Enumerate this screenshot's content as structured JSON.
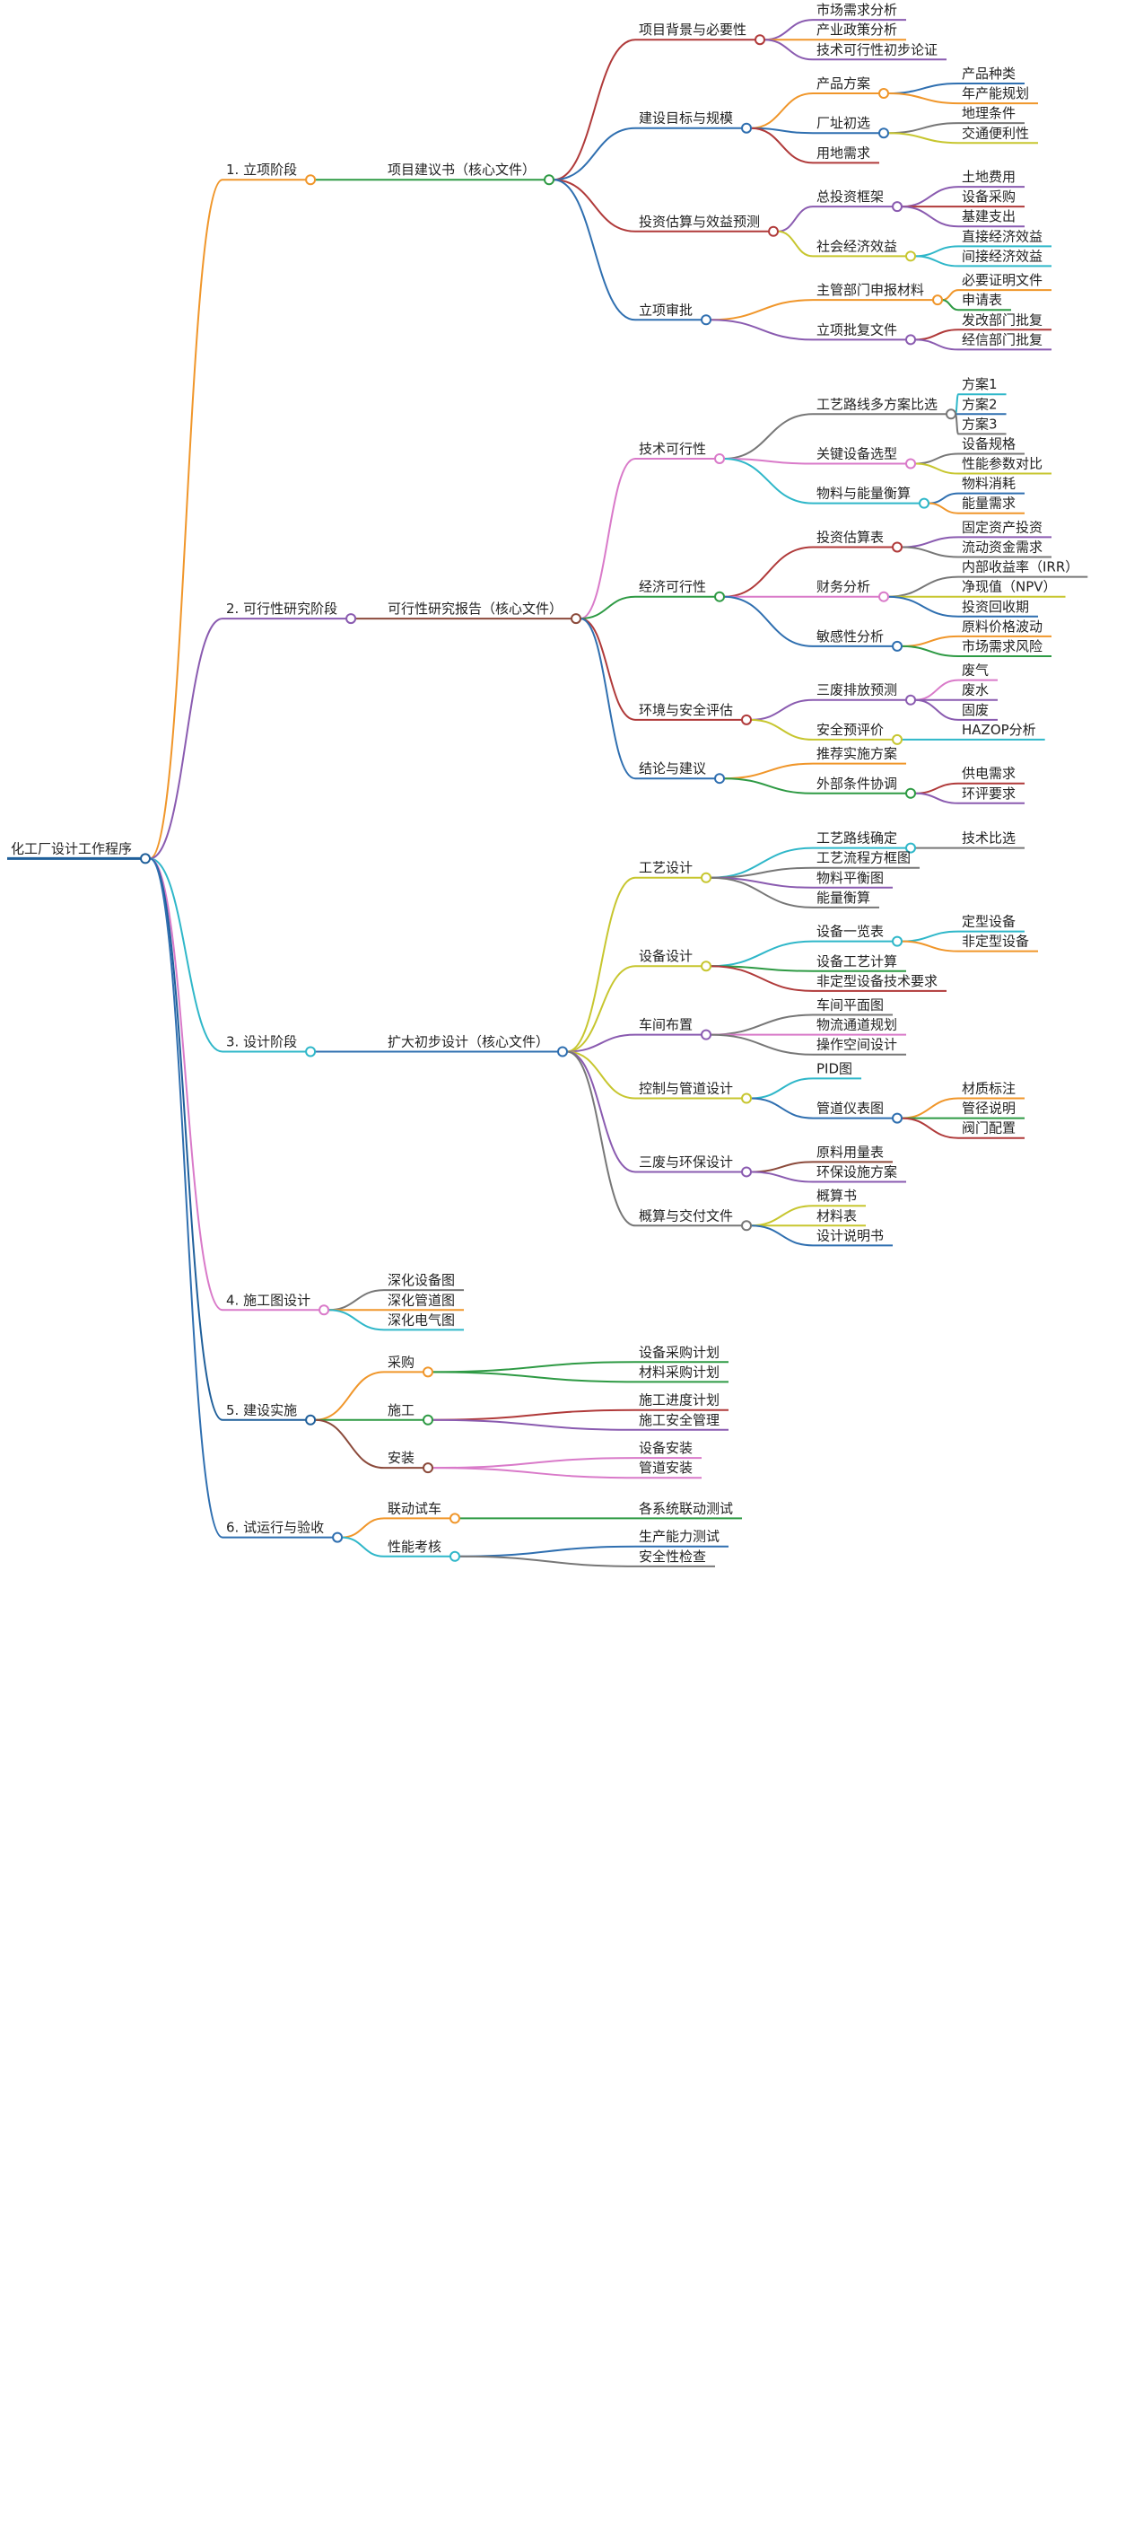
{
  "palette": {
    "orange": "#f0962a",
    "green": "#2e9a44",
    "red": "#b03a3a",
    "blue": "#2f6fb0",
    "purple": "#8a5bb0",
    "yellow": "#c7c62f",
    "cyan": "#2fb7c9",
    "pink": "#d97ac9",
    "gray": "#777777",
    "brown": "#8b4a3b",
    "navy": "#1f5f9a",
    "root": "#1f5f9a"
  },
  "mindmap": {
    "label": "化工厂设计工作程序",
    "children": [
      {
        "label": "1. 立项阶段",
        "children": [
          {
            "label": "项目建议书（核心文件）",
            "children": [
              {
                "label": "项目背景与必要性",
                "children": [
                  {
                    "label": "市场需求分析"
                  },
                  {
                    "label": "产业政策分析"
                  },
                  {
                    "label": "技术可行性初步论证"
                  }
                ]
              },
              {
                "label": "建设目标与规模",
                "children": [
                  {
                    "label": "产品方案",
                    "children": [
                      {
                        "label": "产品种类"
                      },
                      {
                        "label": "年产能规划"
                      }
                    ]
                  },
                  {
                    "label": "厂址初选",
                    "children": [
                      {
                        "label": "地理条件"
                      },
                      {
                        "label": "交通便利性"
                      }
                    ]
                  },
                  {
                    "label": "用地需求"
                  }
                ]
              },
              {
                "label": "投资估算与效益预测",
                "children": [
                  {
                    "label": "总投资框架",
                    "children": [
                      {
                        "label": "土地费用"
                      },
                      {
                        "label": "设备采购"
                      },
                      {
                        "label": "基建支出"
                      }
                    ]
                  },
                  {
                    "label": "社会经济效益",
                    "children": [
                      {
                        "label": "直接经济效益"
                      },
                      {
                        "label": "间接经济效益"
                      }
                    ]
                  }
                ]
              },
              {
                "label": "立项审批",
                "children": [
                  {
                    "label": "主管部门申报材料",
                    "children": [
                      {
                        "label": "必要证明文件"
                      },
                      {
                        "label": "申请表"
                      }
                    ]
                  },
                  {
                    "label": "立项批复文件",
                    "children": [
                      {
                        "label": "发改部门批复"
                      },
                      {
                        "label": "经信部门批复"
                      }
                    ]
                  }
                ]
              }
            ]
          }
        ]
      },
      {
        "label": "2. 可行性研究阶段",
        "children": [
          {
            "label": "可行性研究报告（核心文件）",
            "children": [
              {
                "label": "技术可行性",
                "children": [
                  {
                    "label": "工艺路线多方案比选",
                    "children": [
                      {
                        "label": "方案1"
                      },
                      {
                        "label": "方案2"
                      },
                      {
                        "label": "方案3"
                      }
                    ]
                  },
                  {
                    "label": "关键设备选型",
                    "children": [
                      {
                        "label": "设备规格"
                      },
                      {
                        "label": "性能参数对比"
                      }
                    ]
                  },
                  {
                    "label": "物料与能量衡算",
                    "children": [
                      {
                        "label": "物料消耗"
                      },
                      {
                        "label": "能量需求"
                      }
                    ]
                  }
                ]
              },
              {
                "label": "经济可行性",
                "children": [
                  {
                    "label": "投资估算表",
                    "children": [
                      {
                        "label": "固定资产投资"
                      },
                      {
                        "label": "流动资金需求"
                      }
                    ]
                  },
                  {
                    "label": "财务分析",
                    "children": [
                      {
                        "label": "内部收益率（IRR）"
                      },
                      {
                        "label": "净现值（NPV）"
                      },
                      {
                        "label": "投资回收期"
                      }
                    ]
                  },
                  {
                    "label": "敏感性分析",
                    "children": [
                      {
                        "label": "原料价格波动"
                      },
                      {
                        "label": "市场需求风险"
                      }
                    ]
                  }
                ]
              },
              {
                "label": "环境与安全评估",
                "children": [
                  {
                    "label": "三废排放预测",
                    "children": [
                      {
                        "label": "废气"
                      },
                      {
                        "label": "废水"
                      },
                      {
                        "label": "固废"
                      }
                    ]
                  },
                  {
                    "label": "安全预评价",
                    "children": [
                      {
                        "label": "HAZOP分析"
                      }
                    ]
                  }
                ]
              },
              {
                "label": "结论与建议",
                "children": [
                  {
                    "label": "推荐实施方案"
                  },
                  {
                    "label": "外部条件协调",
                    "children": [
                      {
                        "label": "供电需求"
                      },
                      {
                        "label": "环评要求"
                      }
                    ]
                  }
                ]
              }
            ]
          }
        ]
      },
      {
        "label": "3. 设计阶段",
        "children": [
          {
            "label": "扩大初步设计（核心文件）",
            "children": [
              {
                "label": "工艺设计",
                "children": [
                  {
                    "label": "工艺路线确定",
                    "children": [
                      {
                        "label": "技术比选"
                      }
                    ]
                  },
                  {
                    "label": "工艺流程方框图"
                  },
                  {
                    "label": "物料平衡图"
                  },
                  {
                    "label": "能量衡算"
                  }
                ]
              },
              {
                "label": "设备设计",
                "children": [
                  {
                    "label": "设备一览表",
                    "children": [
                      {
                        "label": "定型设备"
                      },
                      {
                        "label": "非定型设备"
                      }
                    ]
                  },
                  {
                    "label": "设备工艺计算"
                  },
                  {
                    "label": "非定型设备技术要求"
                  }
                ]
              },
              {
                "label": "车间布置",
                "children": [
                  {
                    "label": "车间平面图"
                  },
                  {
                    "label": "物流通道规划"
                  },
                  {
                    "label": "操作空间设计"
                  }
                ]
              },
              {
                "label": "控制与管道设计",
                "children": [
                  {
                    "label": "PID图"
                  },
                  {
                    "label": "管道仪表图",
                    "children": [
                      {
                        "label": "材质标注"
                      },
                      {
                        "label": "管径说明"
                      },
                      {
                        "label": "阀门配置"
                      }
                    ]
                  }
                ]
              },
              {
                "label": "三废与环保设计",
                "children": [
                  {
                    "label": "原料用量表"
                  },
                  {
                    "label": "环保设施方案"
                  }
                ]
              },
              {
                "label": "概算与交付文件",
                "children": [
                  {
                    "label": "概算书"
                  },
                  {
                    "label": "材料表"
                  },
                  {
                    "label": "设计说明书"
                  }
                ]
              }
            ]
          }
        ]
      },
      {
        "label": "4. 施工图设计",
        "children": [
          {
            "label": "深化设备图"
          },
          {
            "label": "深化管道图"
          },
          {
            "label": "深化电气图"
          }
        ]
      },
      {
        "label": "5. 建设实施",
        "children": [
          {
            "label": "采购",
            "children": [
              {
                "label": "设备采购计划"
              },
              {
                "label": "材料采购计划"
              }
            ]
          },
          {
            "label": "施工",
            "children": [
              {
                "label": "施工进度计划"
              },
              {
                "label": "施工安全管理"
              }
            ]
          },
          {
            "label": "安装",
            "children": [
              {
                "label": "设备安装"
              },
              {
                "label": "管道安装"
              }
            ]
          }
        ]
      },
      {
        "label": "6. 试运行与验收",
        "children": [
          {
            "label": "联动试车",
            "children": [
              {
                "label": "各系统联动测试"
              }
            ]
          },
          {
            "label": "性能考核",
            "children": [
              {
                "label": "生产能力测试"
              },
              {
                "label": "安全性检查"
              }
            ]
          }
        ]
      }
    ]
  }
}
